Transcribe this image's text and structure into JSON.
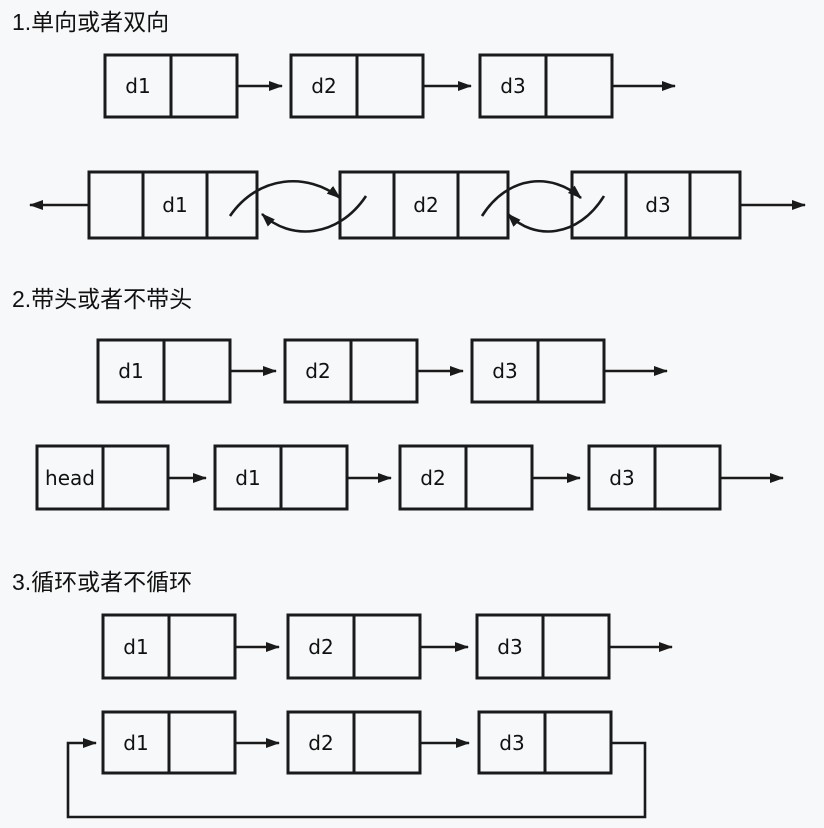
{
  "theme": {
    "background": "#f7f8f9",
    "line_color": "#1a1a1a",
    "text_color": "#111111"
  },
  "sections": [
    {
      "title": "1.单向或者双向",
      "lists": [
        {
          "kind": "singly-linked-list",
          "nodes": [
            {
              "label": "d1"
            },
            {
              "label": "d2"
            },
            {
              "label": "d3"
            }
          ]
        },
        {
          "kind": "doubly-linked-list",
          "nodes": [
            {
              "label": "d1"
            },
            {
              "label": "d2"
            },
            {
              "label": "d3"
            }
          ]
        }
      ]
    },
    {
      "title": "2.带头或者不带头",
      "lists": [
        {
          "kind": "list-without-head-node",
          "nodes": [
            {
              "label": "d1"
            },
            {
              "label": "d2"
            },
            {
              "label": "d3"
            }
          ]
        },
        {
          "kind": "list-with-head-node",
          "nodes": [
            {
              "label": "head"
            },
            {
              "label": "d1"
            },
            {
              "label": "d2"
            },
            {
              "label": "d3"
            }
          ]
        }
      ]
    },
    {
      "title": "3.循环或者不循环",
      "lists": [
        {
          "kind": "non-circular-list",
          "nodes": [
            {
              "label": "d1"
            },
            {
              "label": "d2"
            },
            {
              "label": "d3"
            }
          ]
        },
        {
          "kind": "circular-list",
          "nodes": [
            {
              "label": "d1"
            },
            {
              "label": "d2"
            },
            {
              "label": "d3"
            }
          ]
        }
      ]
    }
  ]
}
